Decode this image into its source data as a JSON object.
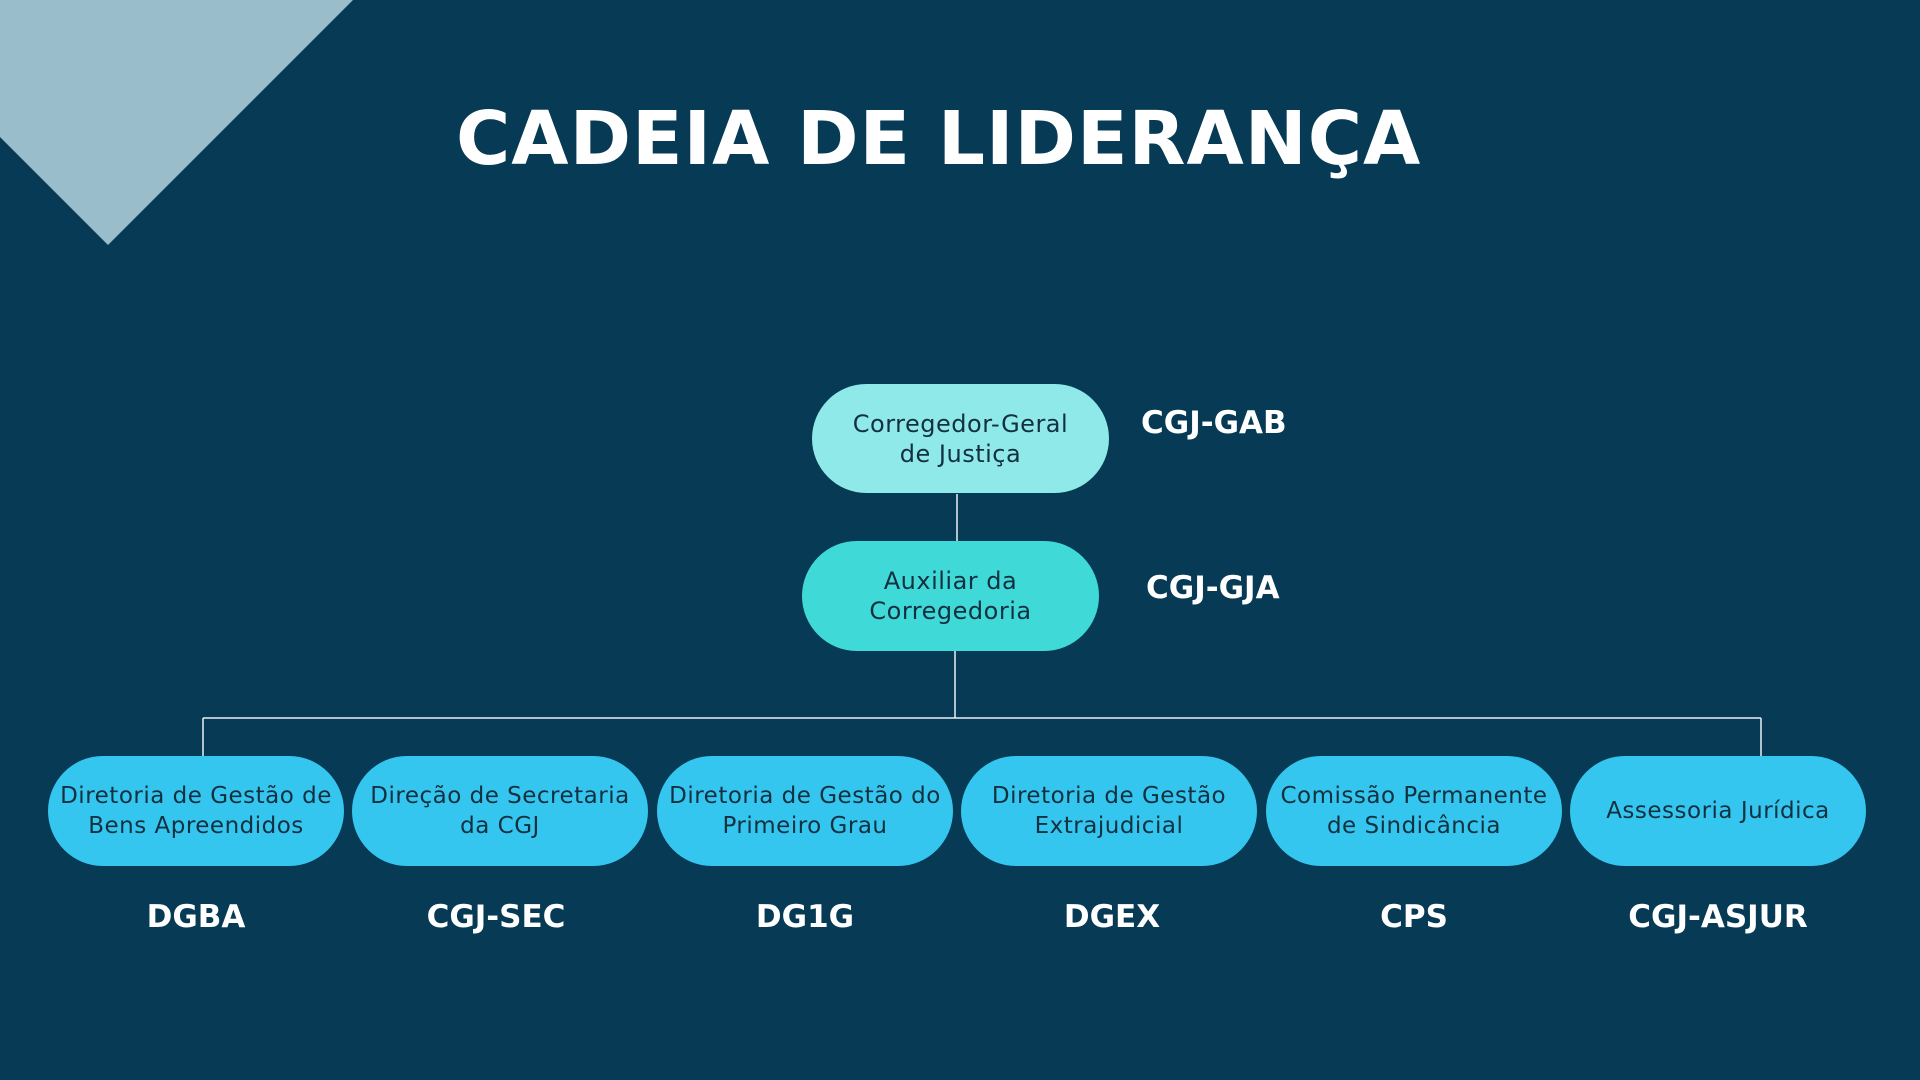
{
  "title": "CADEIA DE LIDERANÇA",
  "colors": {
    "background": "#063A55",
    "corner_triangle": "#9ABDCB",
    "top_node": "#8EE9E8",
    "mid_node": "#3FD9D8",
    "child_node": "#34C6EE",
    "connector": "#E8F0F4"
  },
  "top": {
    "label": "Corregedor-Geral\nde Justiça",
    "code": "CGJ-GAB"
  },
  "mid": {
    "label": "Auxiliar da\nCorregedoria",
    "code": "CGJ-GJA"
  },
  "children": [
    {
      "label": "Diretoria de Gestão de\nBens Apreendidos",
      "code": "DGBA"
    },
    {
      "label": "Direção de Secretaria\nda CGJ",
      "code": "CGJ-SEC"
    },
    {
      "label": "Diretoria de Gestão do\nPrimeiro Grau",
      "code": "DG1G"
    },
    {
      "label": "Diretoria de Gestão\nExtrajudicial",
      "code": "DGEX"
    },
    {
      "label": "Comissão Permanente\nde Sindicância",
      "code": "CPS"
    },
    {
      "label": "Assessoria Jurídica",
      "code": "CGJ-ASJUR"
    }
  ]
}
